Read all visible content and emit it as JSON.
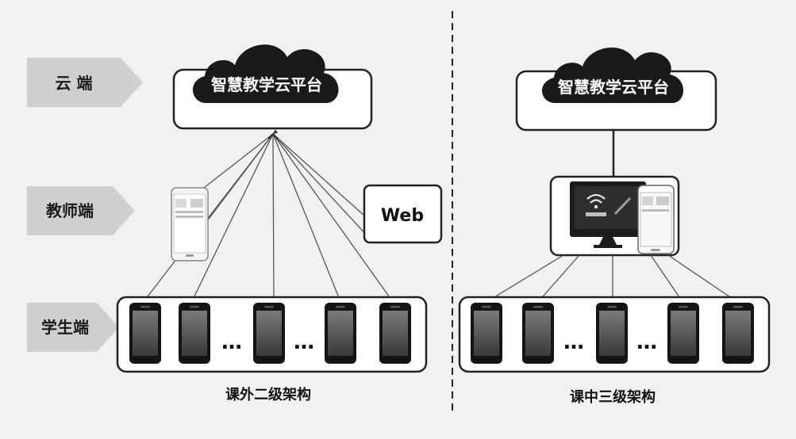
{
  "levels": {
    "cloud": "云 端",
    "teacher": "教师端",
    "student": "学生端"
  },
  "left": {
    "cloud_platform": "智慧教学云平台",
    "web": "Web",
    "ellipsis_1": "…",
    "ellipsis_2": "…",
    "caption": "课外二级架构"
  },
  "right": {
    "cloud_platform": "智慧教学云平台",
    "ellipsis_1": "…",
    "ellipsis_2": "…",
    "caption": "课中三级架构"
  },
  "colors": {
    "background": "#f1f1f1",
    "arrow_label": "#cfcfcf",
    "cloud": "#1a1a1a",
    "frame": "#222222",
    "monitor": "#1c1c1c"
  }
}
